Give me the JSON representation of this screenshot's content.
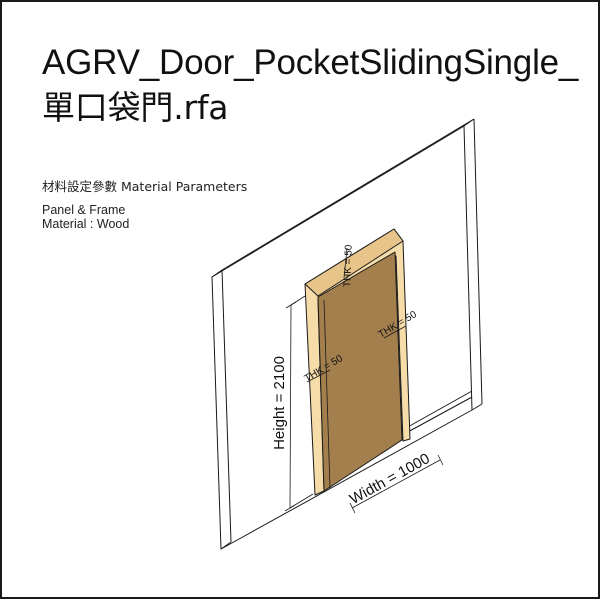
{
  "title": {
    "line1": "AGRV_Door_PocketSlidingSingle_",
    "line2": "單口袋門.rfa"
  },
  "subtitle": "材料設定參數 Material Parameters",
  "material": {
    "line1": "Panel & Frame",
    "line2": "Material : Wood"
  },
  "dimensions": {
    "height": "Height = 2100",
    "width": "Width = 1000",
    "thk_top": "THK = 50",
    "thk_right": "THK = 50",
    "thk_left": "THK = 50"
  },
  "colors": {
    "panel": "#a47f4e",
    "frame": "#f6dca9",
    "frame_shade": "#e7c48a",
    "line": "#1a1a1a"
  }
}
